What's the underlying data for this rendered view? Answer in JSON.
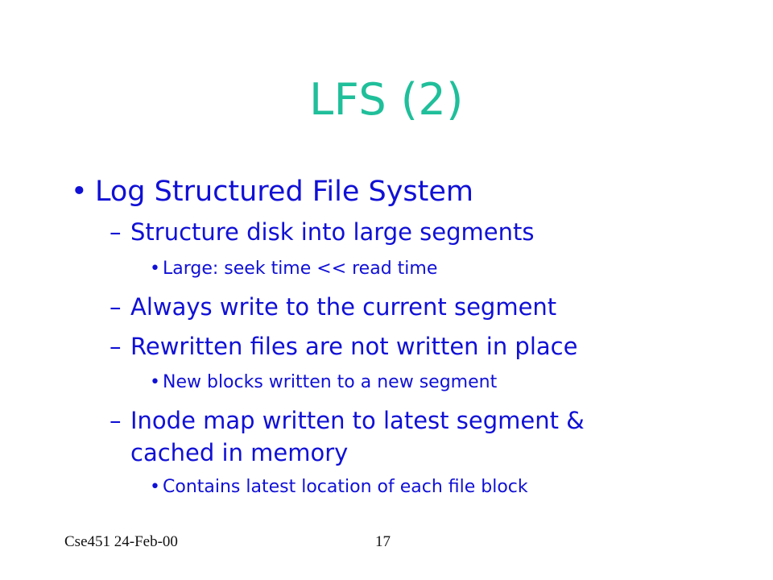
{
  "slide": {
    "title": "LFS (2)",
    "bullets": {
      "b0": "Log Structured File System",
      "b1": "Structure disk into large segments",
      "b2": "Large: seek time << read time",
      "b3": "Always write to the current segment",
      "b4": "Rewritten files are not written in place",
      "b5": "New blocks written to a new segment",
      "b6a": "Inode map written to latest segment &",
      "b6b": "cached in memory",
      "b7": "Contains latest location of each file block"
    },
    "markers": {
      "bullet": "•",
      "dash": "–"
    },
    "footer": {
      "left": "Cse451 24-Feb-00",
      "page": "17"
    },
    "colors": {
      "title": "#1fbf9a",
      "body": "#1010d6",
      "footer": "#111111"
    }
  }
}
